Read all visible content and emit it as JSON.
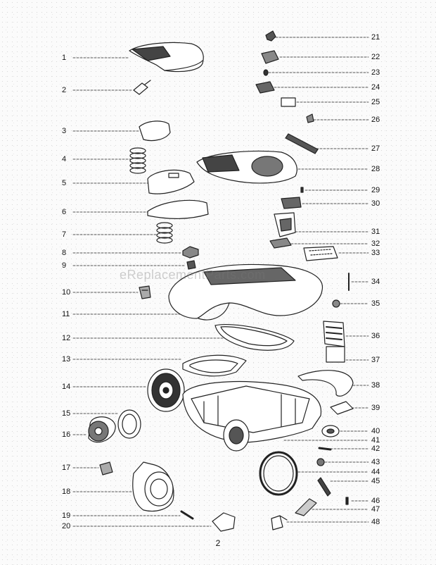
{
  "diagram": {
    "page_number": "2",
    "watermark": "eReplacementParts.com",
    "left_callouts": [
      "1",
      "2",
      "3",
      "4",
      "5",
      "6",
      "7",
      "8",
      "9",
      "10",
      "11",
      "12",
      "13",
      "14",
      "15",
      "16",
      "17",
      "18",
      "19",
      "20"
    ],
    "right_callouts": [
      "21",
      "22",
      "23",
      "24",
      "25",
      "26",
      "27",
      "28",
      "29",
      "30",
      "31",
      "32",
      "33",
      "34",
      "35",
      "36",
      "37",
      "38",
      "39",
      "40",
      "41",
      "42",
      "43",
      "44",
      "45",
      "46",
      "47",
      "48"
    ]
  }
}
